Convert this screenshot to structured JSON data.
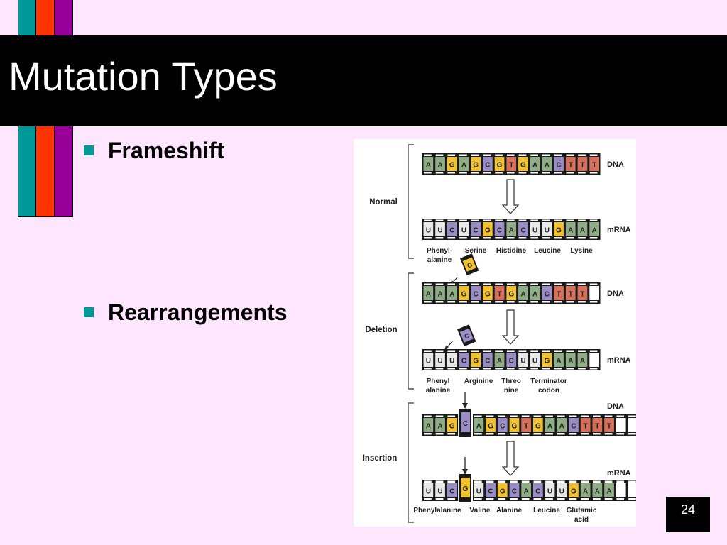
{
  "slide": {
    "title": "Mutation Types",
    "bullets": [
      "Frameshift",
      "Rearrangements"
    ],
    "page_number": "24"
  },
  "colors": {
    "background": "#FFE6FF",
    "stripe_teal": "#009999",
    "stripe_red": "#FF3300",
    "stripe_purple": "#990099",
    "bullet": "#009999",
    "base_A": "#8FAE86",
    "base_T": "#D6705A",
    "base_G": "#F2C12E",
    "base_C": "#9A8CC5",
    "base_U": "#E8E8E8"
  },
  "figure": {
    "sections": [
      {
        "label": "Normal",
        "dna_label": "DNA",
        "mrna_label": "mRNA",
        "dna": "AAGAGCGTGAACTTT",
        "mrna": "UUCUCGCACUUGAAA",
        "amino_acids": [
          [
            "Phenyl-",
            "alanine"
          ],
          [
            "Serine"
          ],
          [
            "Histidine"
          ],
          [
            "Leucine"
          ],
          [
            "Lysine"
          ]
        ]
      },
      {
        "label": "Deletion",
        "dna_label": "DNA",
        "mrna_label": "mRNA",
        "dna": "AAAGCGTGAACTTT",
        "mrna": "UUUCGCACUUGAAA",
        "removed_dna": "G",
        "removed_mrna": "C",
        "amino_acids": [
          [
            "Phenyl",
            "alanine"
          ],
          [
            "Arginine"
          ],
          [
            "Threo",
            "nine"
          ],
          [
            "Terminator",
            "codon"
          ]
        ]
      },
      {
        "label": "Insertion",
        "dna_label": "DNA",
        "mrna_label": "mRNA",
        "dna": "AAGCAGCGTGAACTTT",
        "mrna": "UUCGUCGCACUUGAAA",
        "inserted_dna": "C",
        "inserted_mrna": "G",
        "amino_acids": [
          [
            "Phenylalanine"
          ],
          [
            "Valine"
          ],
          [
            "Alanine"
          ],
          [
            "Leucine"
          ],
          [
            "Glutamic",
            "acid"
          ]
        ]
      }
    ]
  }
}
